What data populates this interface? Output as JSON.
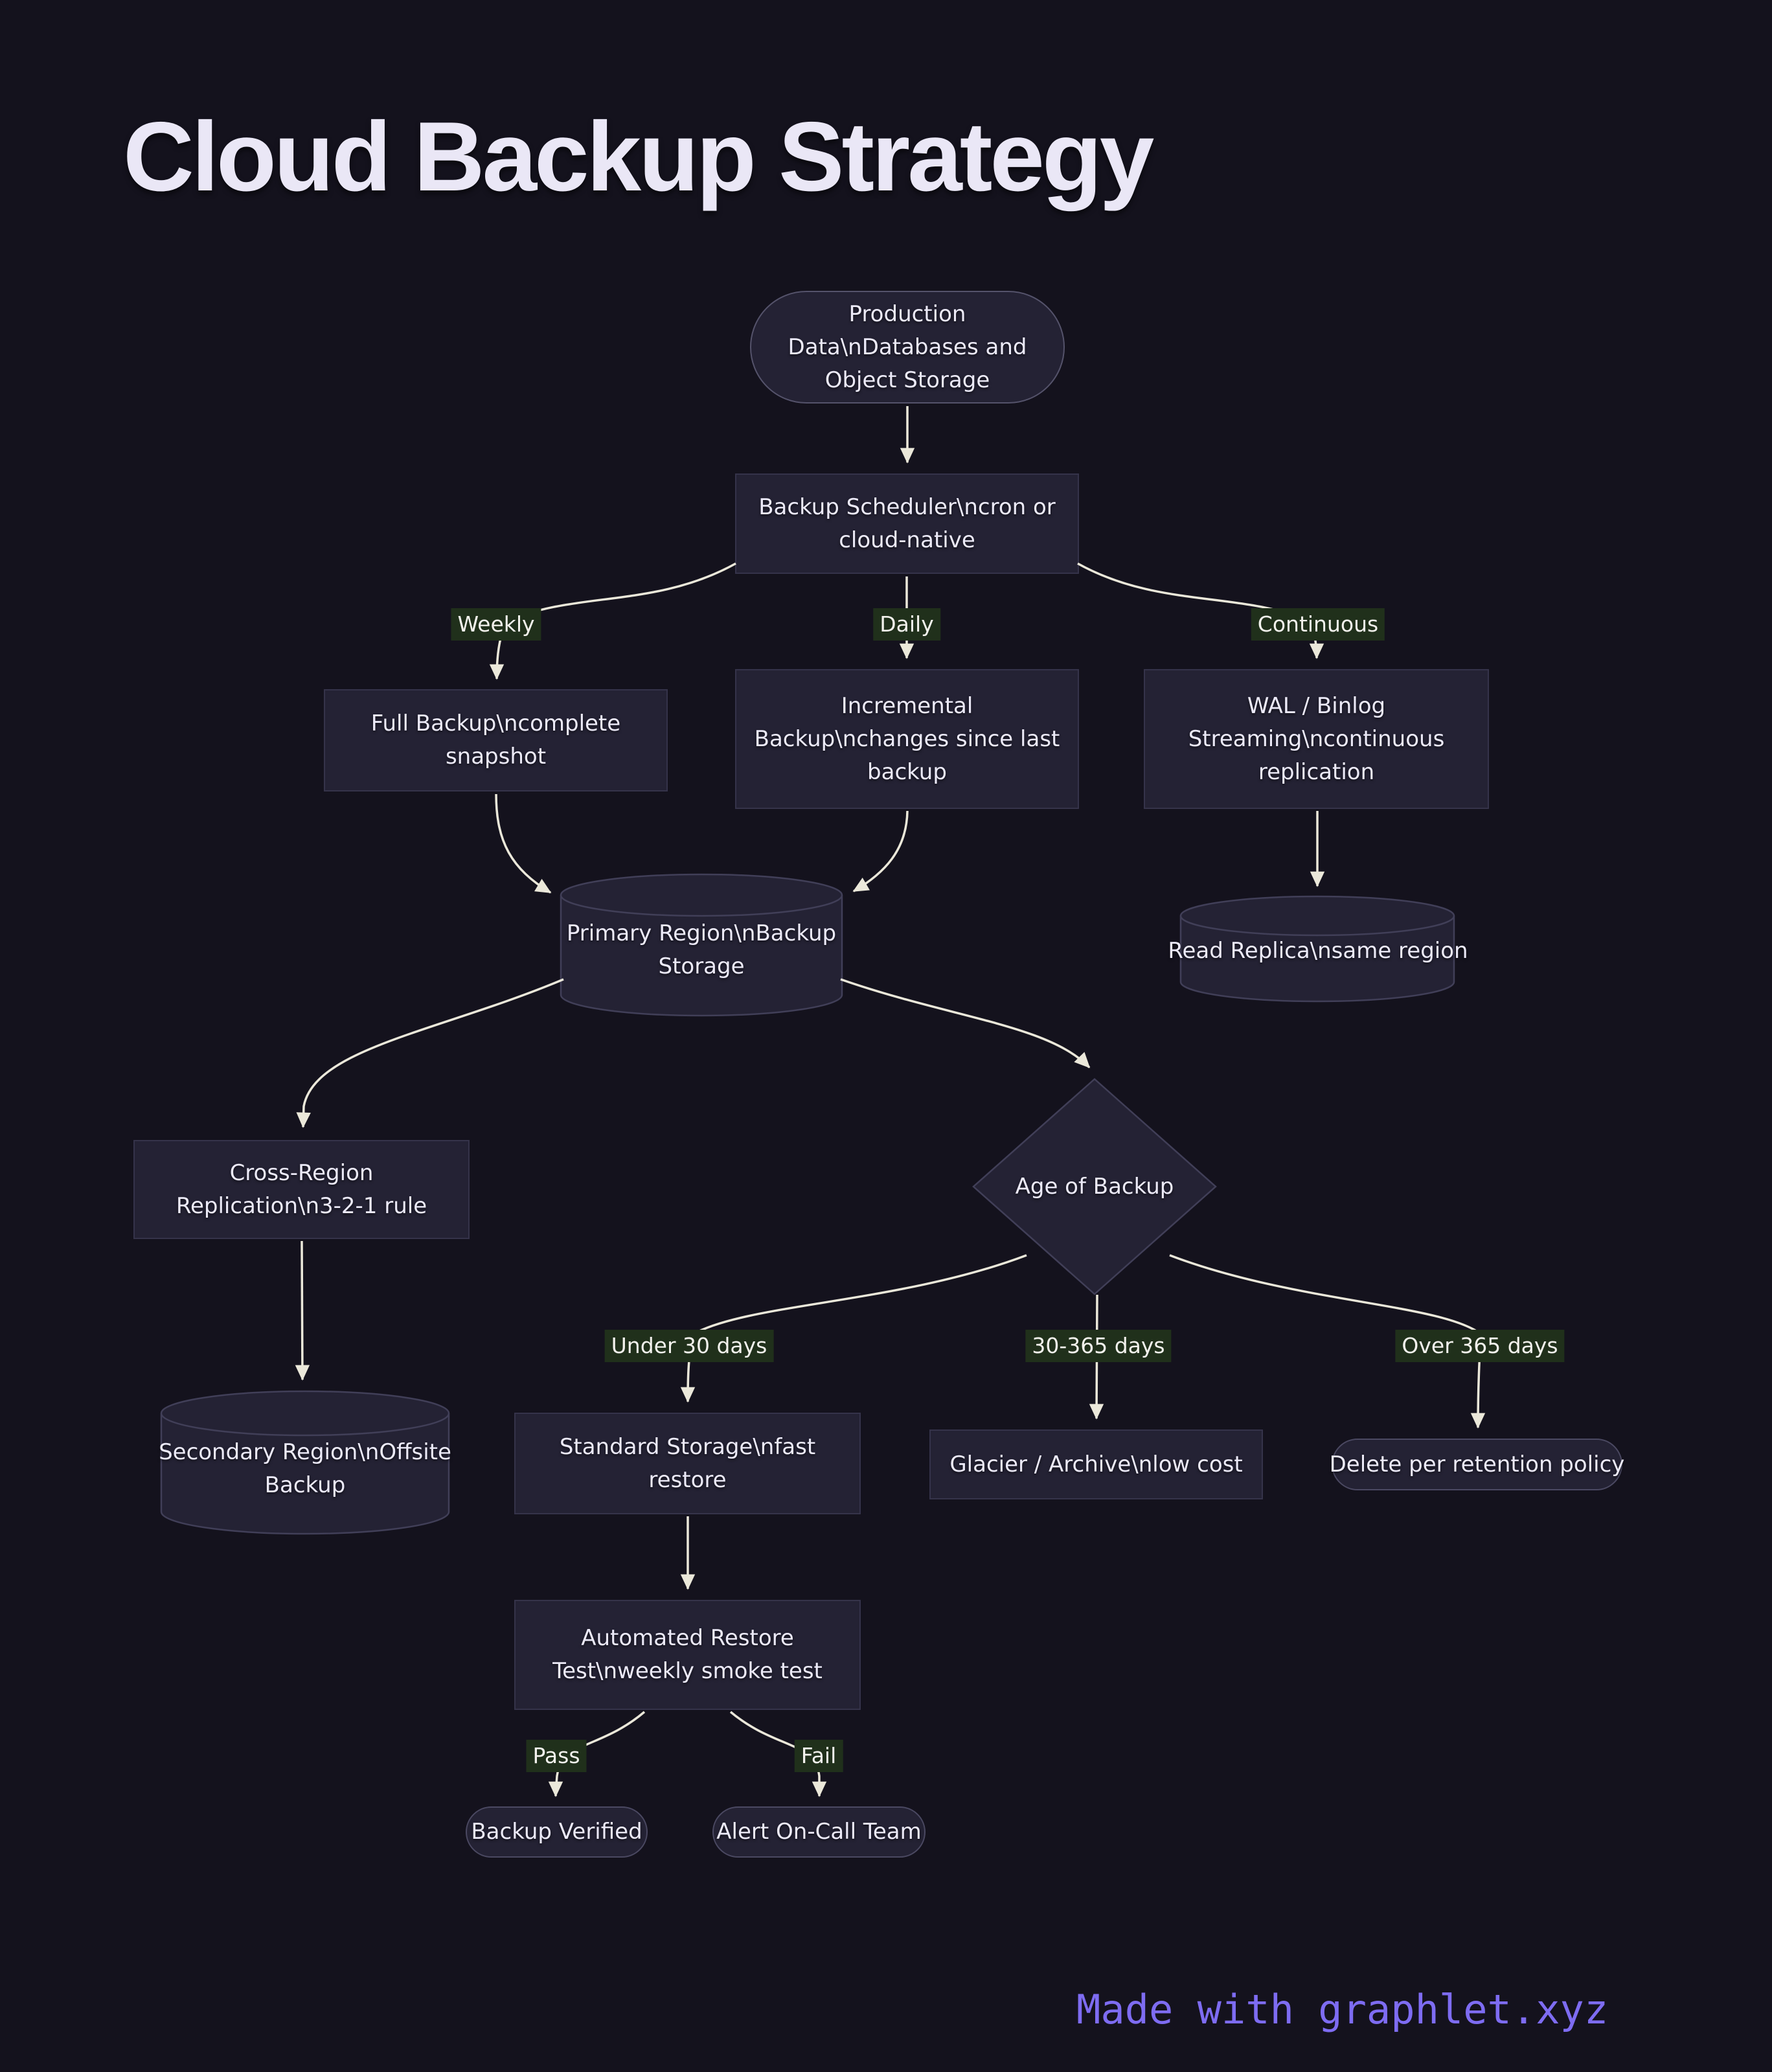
{
  "title": "Cloud Backup Strategy",
  "footer": {
    "text": "Made with graphlet.xyz",
    "color": "#7e6cf2"
  },
  "colors": {
    "background": "#14121d",
    "node_fill": "#242234",
    "node_border": "#35334a",
    "stadium_border": "#55536b",
    "text": "#eceaf8",
    "edge_line": "#ebe8da",
    "edge_label_bg": "#20301b",
    "footer_accent": "#7e6cf2"
  },
  "nodes": {
    "production": {
      "shape": "stadium",
      "label": "Production Data\\nDatabases and Object Storage"
    },
    "scheduler": {
      "shape": "rect",
      "label": "Backup Scheduler\\ncron or cloud-native"
    },
    "full_backup": {
      "shape": "rect",
      "label": "Full Backup\\ncomplete snapshot"
    },
    "incremental": {
      "shape": "rect",
      "label": "Incremental Backup\\nchanges since last backup"
    },
    "wal": {
      "shape": "rect",
      "label": "WAL / Binlog Streaming\\ncontinuous replication"
    },
    "primary": {
      "shape": "cylinder",
      "label": "Primary Region\\nBackup Storage"
    },
    "read_replica": {
      "shape": "cylinder",
      "label": "Read Replica\\nsame region"
    },
    "cross_region": {
      "shape": "rect",
      "label": "Cross-Region Replication\\n3-2-1 rule"
    },
    "age": {
      "shape": "diamond",
      "label": "Age of Backup"
    },
    "secondary": {
      "shape": "cylinder",
      "label": "Secondary Region\\nOffsite Backup"
    },
    "standard": {
      "shape": "rect",
      "label": "Standard Storage\\nfast restore"
    },
    "glacier": {
      "shape": "rect",
      "label": "Glacier / Archive\\nlow cost"
    },
    "delete": {
      "shape": "stadium",
      "label": "Delete per retention policy"
    },
    "restore_test": {
      "shape": "rect",
      "label": "Automated Restore Test\\nweekly smoke test"
    },
    "verified": {
      "shape": "stadium",
      "label": "Backup Verified"
    },
    "alert": {
      "shape": "stadium",
      "label": "Alert On-Call Team"
    }
  },
  "edge_labels": {
    "weekly": "Weekly",
    "daily": "Daily",
    "continuous": "Continuous",
    "under_30": "Under 30 days",
    "d30_365": "30-365 days",
    "over_365": "Over 365 days",
    "pass": "Pass",
    "fail": "Fail"
  },
  "edges": [
    {
      "from": "production",
      "to": "scheduler",
      "label": ""
    },
    {
      "from": "scheduler",
      "to": "full_backup",
      "label": "Weekly"
    },
    {
      "from": "scheduler",
      "to": "incremental",
      "label": "Daily"
    },
    {
      "from": "scheduler",
      "to": "wal",
      "label": "Continuous"
    },
    {
      "from": "full_backup",
      "to": "primary",
      "label": ""
    },
    {
      "from": "incremental",
      "to": "primary",
      "label": ""
    },
    {
      "from": "wal",
      "to": "read_replica",
      "label": ""
    },
    {
      "from": "primary",
      "to": "cross_region",
      "label": ""
    },
    {
      "from": "primary",
      "to": "age",
      "label": ""
    },
    {
      "from": "cross_region",
      "to": "secondary",
      "label": ""
    },
    {
      "from": "age",
      "to": "standard",
      "label": "Under 30 days"
    },
    {
      "from": "age",
      "to": "glacier",
      "label": "30-365 days"
    },
    {
      "from": "age",
      "to": "delete",
      "label": "Over 365 days"
    },
    {
      "from": "standard",
      "to": "restore_test",
      "label": ""
    },
    {
      "from": "restore_test",
      "to": "verified",
      "label": "Pass"
    },
    {
      "from": "restore_test",
      "to": "alert",
      "label": "Fail"
    }
  ]
}
